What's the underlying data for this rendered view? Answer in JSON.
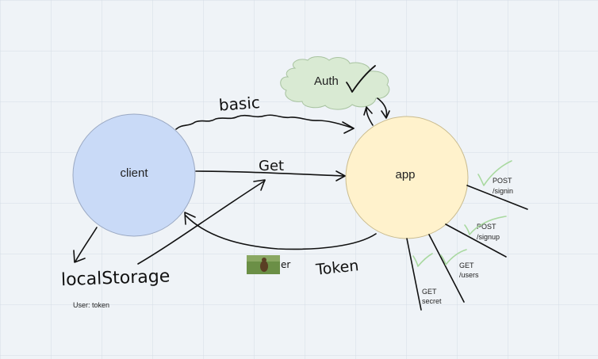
{
  "nodes": {
    "client": {
      "label": "client",
      "color": "#c9daf7"
    },
    "app": {
      "label": "app",
      "color": "#fff2cc"
    },
    "auth": {
      "label": "Auth",
      "color": "#d9ead3"
    }
  },
  "annotations": {
    "basic": "basic",
    "get": "Get",
    "token": "Token",
    "local_storage": "localStorage",
    "user_token": "User: token",
    "token_tail": "er"
  },
  "endpoints": [
    {
      "method": "POST",
      "path": "/signin"
    },
    {
      "method": "POST",
      "path": "/signup"
    },
    {
      "method": "GET",
      "path": "/users"
    },
    {
      "method": "GET",
      "path": "secret"
    }
  ],
  "colors": {
    "background": "#eff3f7",
    "check_green": "#a9d9a0",
    "stroke": "#111111"
  }
}
